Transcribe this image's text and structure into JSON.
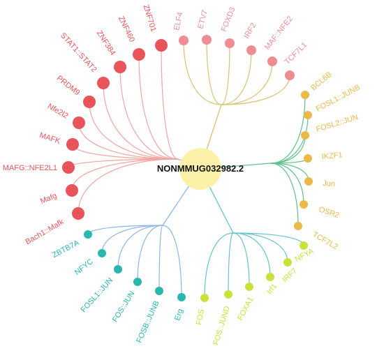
{
  "center": {
    "label": "NONMMUG032982.2",
    "color": "#fbf1a9"
  },
  "groups": [
    {
      "name": "red-group",
      "color": "#e8545a",
      "line_color": "#f2a5a0",
      "nodes": [
        "Bach1::Mafk",
        "Mafg",
        "MAFG::NFE2L1",
        "MAFK",
        "Nfe2l2",
        "PRDM9",
        "STAT1::STAT2",
        "ZNF384",
        "ZNF460",
        "ZNF701"
      ]
    },
    {
      "name": "pink-group",
      "color": "#f08d92",
      "line_color": "#d9c270",
      "nodes": [
        "ELF4",
        "ETV7",
        "FOXD3",
        "IRF2",
        "MAF::NFE2",
        "TCF7L1"
      ]
    },
    {
      "name": "orange-group",
      "color": "#ecb84a",
      "line_color": "#5fc08a",
      "nodes": [
        "BCL6B",
        "FOSL1::JUNB",
        "FOSL2::JUN",
        "IKZF1",
        "Jun",
        "OSR2",
        "TCF7L2"
      ]
    },
    {
      "name": "lime-group",
      "color": "#c9e23b",
      "line_color": "#66c2cf",
      "nodes": [
        "FOS",
        "FOS::JUND",
        "FOXA1",
        "Irf1",
        "IRF7",
        "NFYA"
      ]
    },
    {
      "name": "teal-group",
      "color": "#2bb6b0",
      "line_color": "#8fb4e8",
      "nodes": [
        "Erg",
        "FOSB::JUNB",
        "FOS::JUN",
        "FOSL1::JUN",
        "NFYC",
        "ZBTB7A"
      ]
    }
  ]
}
